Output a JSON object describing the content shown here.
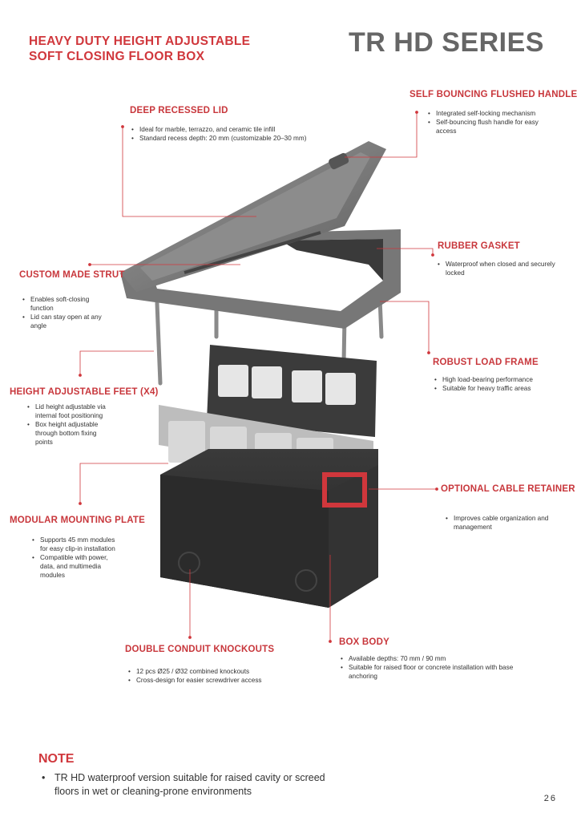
{
  "header": {
    "title": "HEAVY DUTY HEIGHT ADJUSTABLE SOFT CLOSING FLOOR BOX",
    "series": "TR HD SERIES"
  },
  "features": {
    "lid": {
      "title": "DEEP RECESSED LID",
      "b1": "Ideal for marble, terrazzo, and ceramic tile infill",
      "b2": "Standard recess depth: 20 mm (customizable 20–30 mm)"
    },
    "handle": {
      "title": "SELF BOUNCING FLUSHED HANDLE",
      "b1": "Integrated self-locking mechanism",
      "b2": "Self-bouncing flush handle for easy access"
    },
    "gasket": {
      "title": "RUBBER GASKET",
      "b1": "Waterproof when closed and securely locked"
    },
    "strut": {
      "title": "CUSTOM MADE STRUT",
      "b1": "Enables soft-closing function",
      "b2": "Lid can stay open at any angle"
    },
    "frame": {
      "title": "ROBUST LOAD FRAME",
      "b1": "High load-bearing performance",
      "b2": "Suitable for heavy traffic areas"
    },
    "feet": {
      "title": "HEIGHT ADJUSTABLE FEET (X4)",
      "b1": "Lid height adjustable via internal foot positioning",
      "b2": "Box height adjustable through bottom fixing points"
    },
    "retainer": {
      "title": "OPTIONAL CABLE RETAINER",
      "b1": "Improves cable organization and management"
    },
    "plate": {
      "title": "MODULAR MOUNTING PLATE",
      "b1": "Supports 45 mm modules for easy clip-in installation",
      "b2": "Compatible with power, data, and multimedia modules"
    },
    "knock": {
      "title": "DOUBLE CONDUIT KNOCKOUTS",
      "b1": "12 pcs Ø25 / Ø32 combined knockouts",
      "b2": "Cross-design for easier screwdriver access"
    },
    "body": {
      "title": "BOX BODY",
      "b1": "Available depths: 70 mm / 90 mm",
      "b2": "Suitable for raised floor or concrete installation with base anchoring"
    }
  },
  "note": {
    "title": "NOTE",
    "text": "TR HD waterproof version suitable for raised cavity or screed floors in wet or cleaning-prone environments"
  },
  "page_number": "26",
  "colors": {
    "accent": "#d0373c",
    "heading_gray": "#666666",
    "box": "#2e2e2e"
  }
}
